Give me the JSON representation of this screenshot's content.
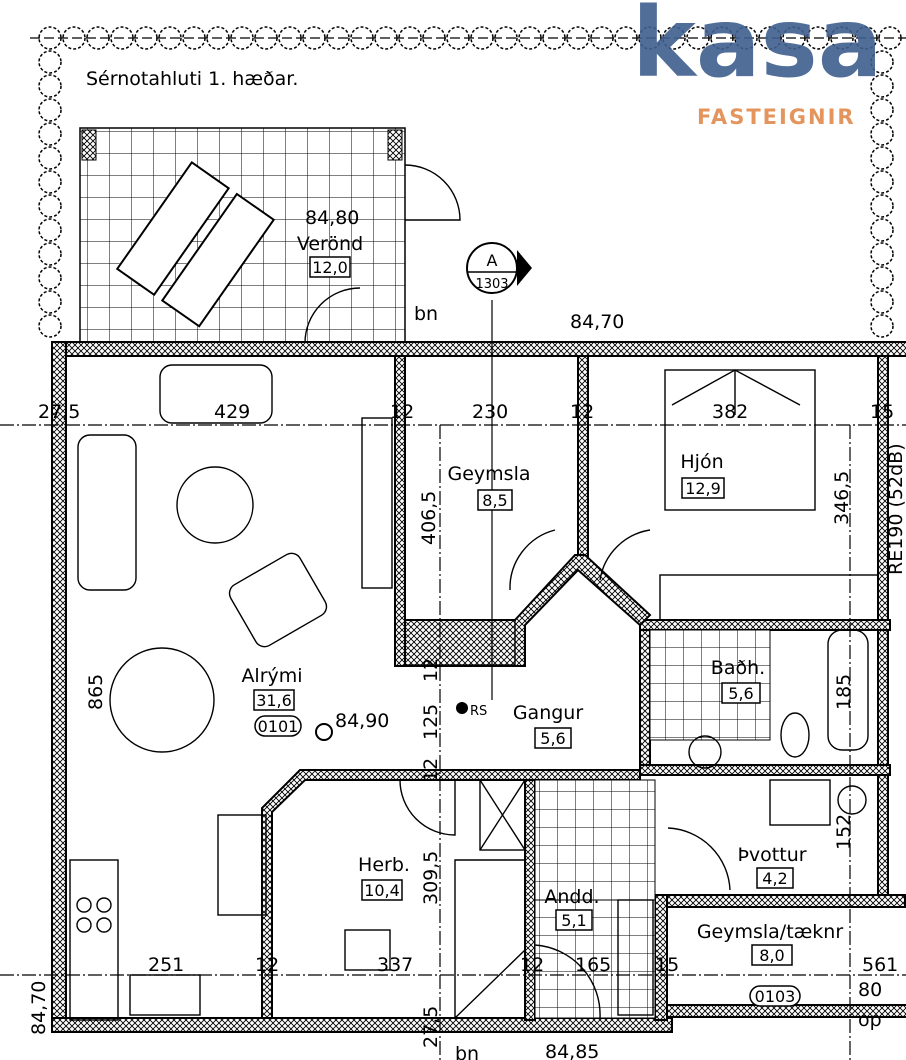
{
  "title": "Sérnotahluti 1. hæðar.",
  "logo": {
    "name": "kasa",
    "subtitle": "FASTEIGNIR",
    "color_primary": "#3f5f8f",
    "color_accent": "#e08a4c"
  },
  "section_marker": {
    "letter": "A",
    "sheet": "1303"
  },
  "rooms": [
    {
      "name": "Verönd",
      "area": "12,0"
    },
    {
      "name": "Geymsla",
      "area": "8,5"
    },
    {
      "name": "Hjón",
      "area": "12,9"
    },
    {
      "name": "Alrými",
      "area": "31,6",
      "code": "0101"
    },
    {
      "name": "Gangur",
      "area": "5,6"
    },
    {
      "name": "Baðh.",
      "area": "5,6"
    },
    {
      "name": "Herb.",
      "area": "10,4"
    },
    {
      "name": "Þvottur",
      "area": "4,2"
    },
    {
      "name": "Andd.",
      "area": "5,1"
    },
    {
      "name": "Geymsla/tæknr",
      "area": "8,0",
      "code": "0103"
    }
  ],
  "elevations": {
    "veronda": "84,80",
    "top": "84,70",
    "alrymi": "84,90",
    "bottom_left": "84,70",
    "bottom": "84,85"
  },
  "dimensions_top": [
    "27,5",
    "429",
    "12",
    "230",
    "12",
    "382",
    "15"
  ],
  "dimensions_bottom": [
    "251",
    "12",
    "337",
    "12",
    "165",
    "15",
    "561",
    "80"
  ],
  "dimensions_vertical": [
    "406,5",
    "346,5",
    "865",
    "125",
    "12",
    "12",
    "185",
    "309,5",
    "152",
    "27,5"
  ],
  "annotations": {
    "bn_top": "bn",
    "bn_bottom": "bn",
    "rs": "RS",
    "fire_rating": "RE190 (52dB)",
    "op": "op"
  }
}
